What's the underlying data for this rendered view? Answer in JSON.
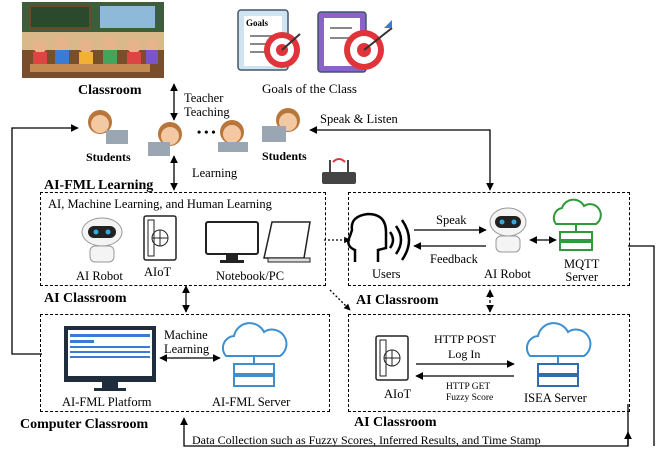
{
  "top": {
    "classroom_label": "Classroom",
    "goals_sign": "Goals",
    "goals_label": "Goals of the Class",
    "teacher_teaching": "Teacher\nTeaching",
    "dots": "• • •",
    "speak_listen": "Speak & Listen",
    "students_left": "Students",
    "students_right": "Students",
    "learning": "Learning"
  },
  "left_upper": {
    "section_title": "AI-FML Learning",
    "subtitle": "AI, Machine Learning, and Human Learning",
    "items": [
      "AI Robot",
      "AIoT",
      "Notebook/PC"
    ],
    "footer": "AI Classroom"
  },
  "right_upper": {
    "speak": "Speak",
    "feedback": "Feedback",
    "users": "Users",
    "robot": "AI Robot",
    "mqtt": "MQTT\nServer",
    "footer": "AI Classroom"
  },
  "left_lower": {
    "ml": "Machine\nLearning",
    "platform": "AI-FML Platform",
    "server": "AI-FML Server",
    "footer": "Computer Classroom"
  },
  "right_lower": {
    "http_post": "HTTP POST",
    "login": "Log In",
    "http_get": "HTTP GET",
    "fuzzy": "Fuzzy Score",
    "aiot": "AIoT",
    "isea": "ISEA Server",
    "footer": "AI Classroom"
  },
  "bottom": {
    "data_collection": "Data Collection such as Fuzzy Scores, Inferred Results, and Time Stamp"
  },
  "colors": {
    "cloud": "#3e8fd0",
    "server": "#2f6db3",
    "green": "#2e9a3a",
    "target": "#e0333a",
    "skin": "#f3c9a4",
    "hair": "#b8763a"
  }
}
